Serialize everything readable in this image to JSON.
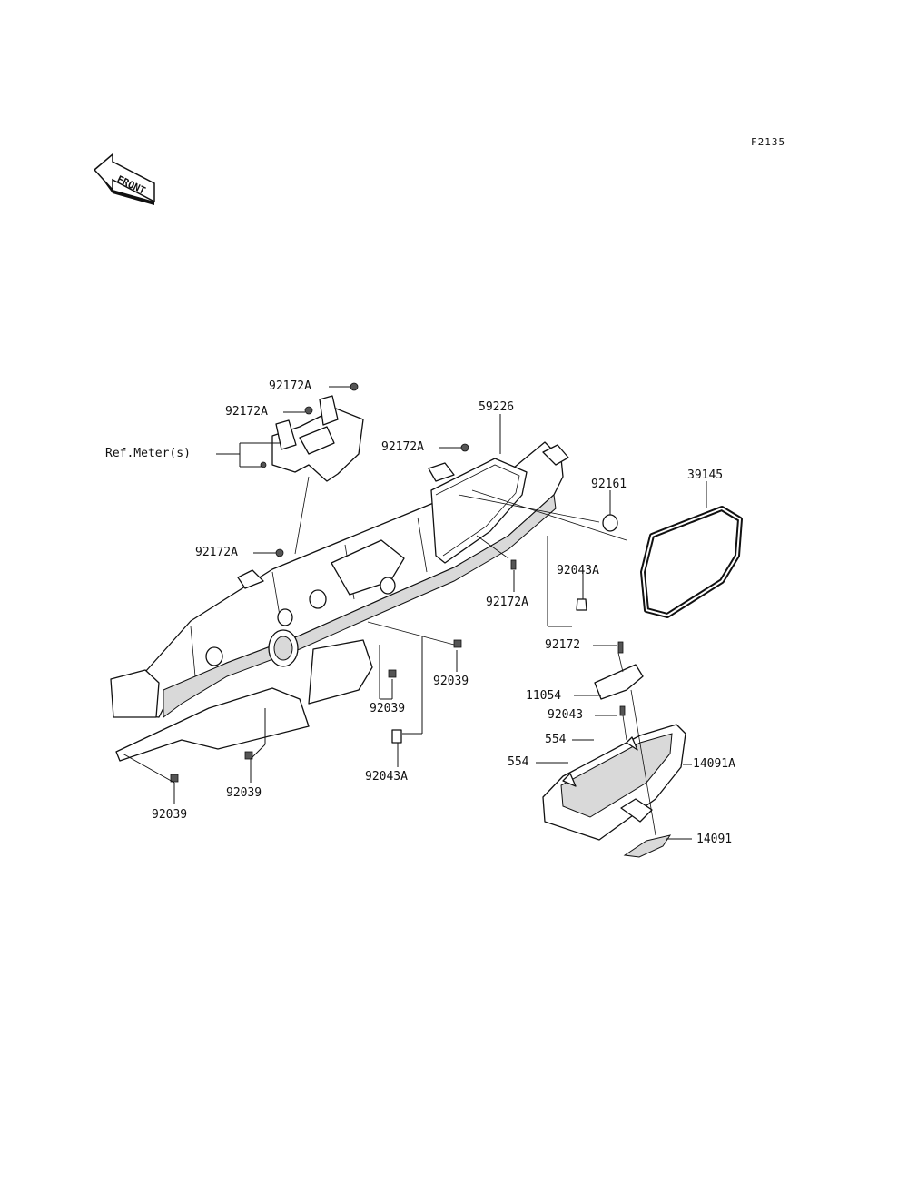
{
  "diagram": {
    "figure_code": "F2135",
    "front_arrow_text": "FRONT",
    "colors": {
      "ink": "#111111",
      "paper": "#ffffff",
      "shade": "#d9d9d9"
    },
    "labels": [
      {
        "id": "l1",
        "text": "92172A"
      },
      {
        "id": "l2",
        "text": "92172A"
      },
      {
        "id": "l3",
        "text": "Ref.Meter(s)"
      },
      {
        "id": "l4",
        "text": "92172A"
      },
      {
        "id": "l5",
        "text": "59226"
      },
      {
        "id": "l6",
        "text": "92161"
      },
      {
        "id": "l7",
        "text": "39145"
      },
      {
        "id": "l8",
        "text": "92172A"
      },
      {
        "id": "l9",
        "text": "92043A"
      },
      {
        "id": "l10",
        "text": "92172A"
      },
      {
        "id": "l11",
        "text": "92172"
      },
      {
        "id": "l12",
        "text": "92039"
      },
      {
        "id": "l13",
        "text": "11054"
      },
      {
        "id": "l14",
        "text": "92043"
      },
      {
        "id": "l15",
        "text": "92039"
      },
      {
        "id": "l16",
        "text": "554"
      },
      {
        "id": "l17",
        "text": "554"
      },
      {
        "id": "l18",
        "text": "14091A"
      },
      {
        "id": "l19",
        "text": "92043A"
      },
      {
        "id": "l20",
        "text": "92039"
      },
      {
        "id": "l21",
        "text": "14091"
      },
      {
        "id": "l22",
        "text": "92039"
      }
    ]
  }
}
